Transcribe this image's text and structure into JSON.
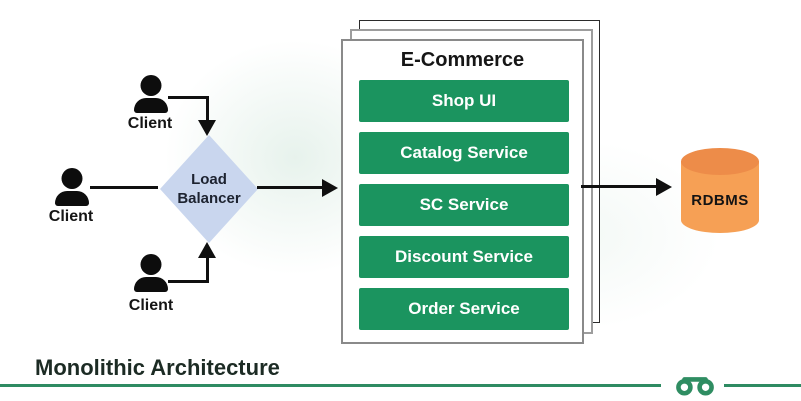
{
  "diagram_title": "Monolithic Architecture",
  "clients": {
    "top": {
      "label": "Client"
    },
    "left": {
      "label": "Client"
    },
    "bottom": {
      "label": "Client"
    }
  },
  "load_balancer": {
    "label": "Load Balancer"
  },
  "ecommerce": {
    "title": "E-Commerce",
    "services": [
      "Shop UI",
      "Catalog Service",
      "SC Service",
      "Discount Service",
      "Order Service"
    ]
  },
  "database": {
    "label": "RDBMS"
  },
  "icons": {
    "client": "person-silhouette",
    "database": "orange-cylinder",
    "brand": "geeksforgeeks-gg-logo"
  },
  "colors": {
    "service_box_green": "#1b945f",
    "diamond_blue": "#c9d6ee",
    "cylinder_body": "#f6a055",
    "cylinder_top": "#ed8c49",
    "footer_line_green": "#2e8b62",
    "logo_green": "#2f8d62",
    "arrow_black": "#101010"
  }
}
